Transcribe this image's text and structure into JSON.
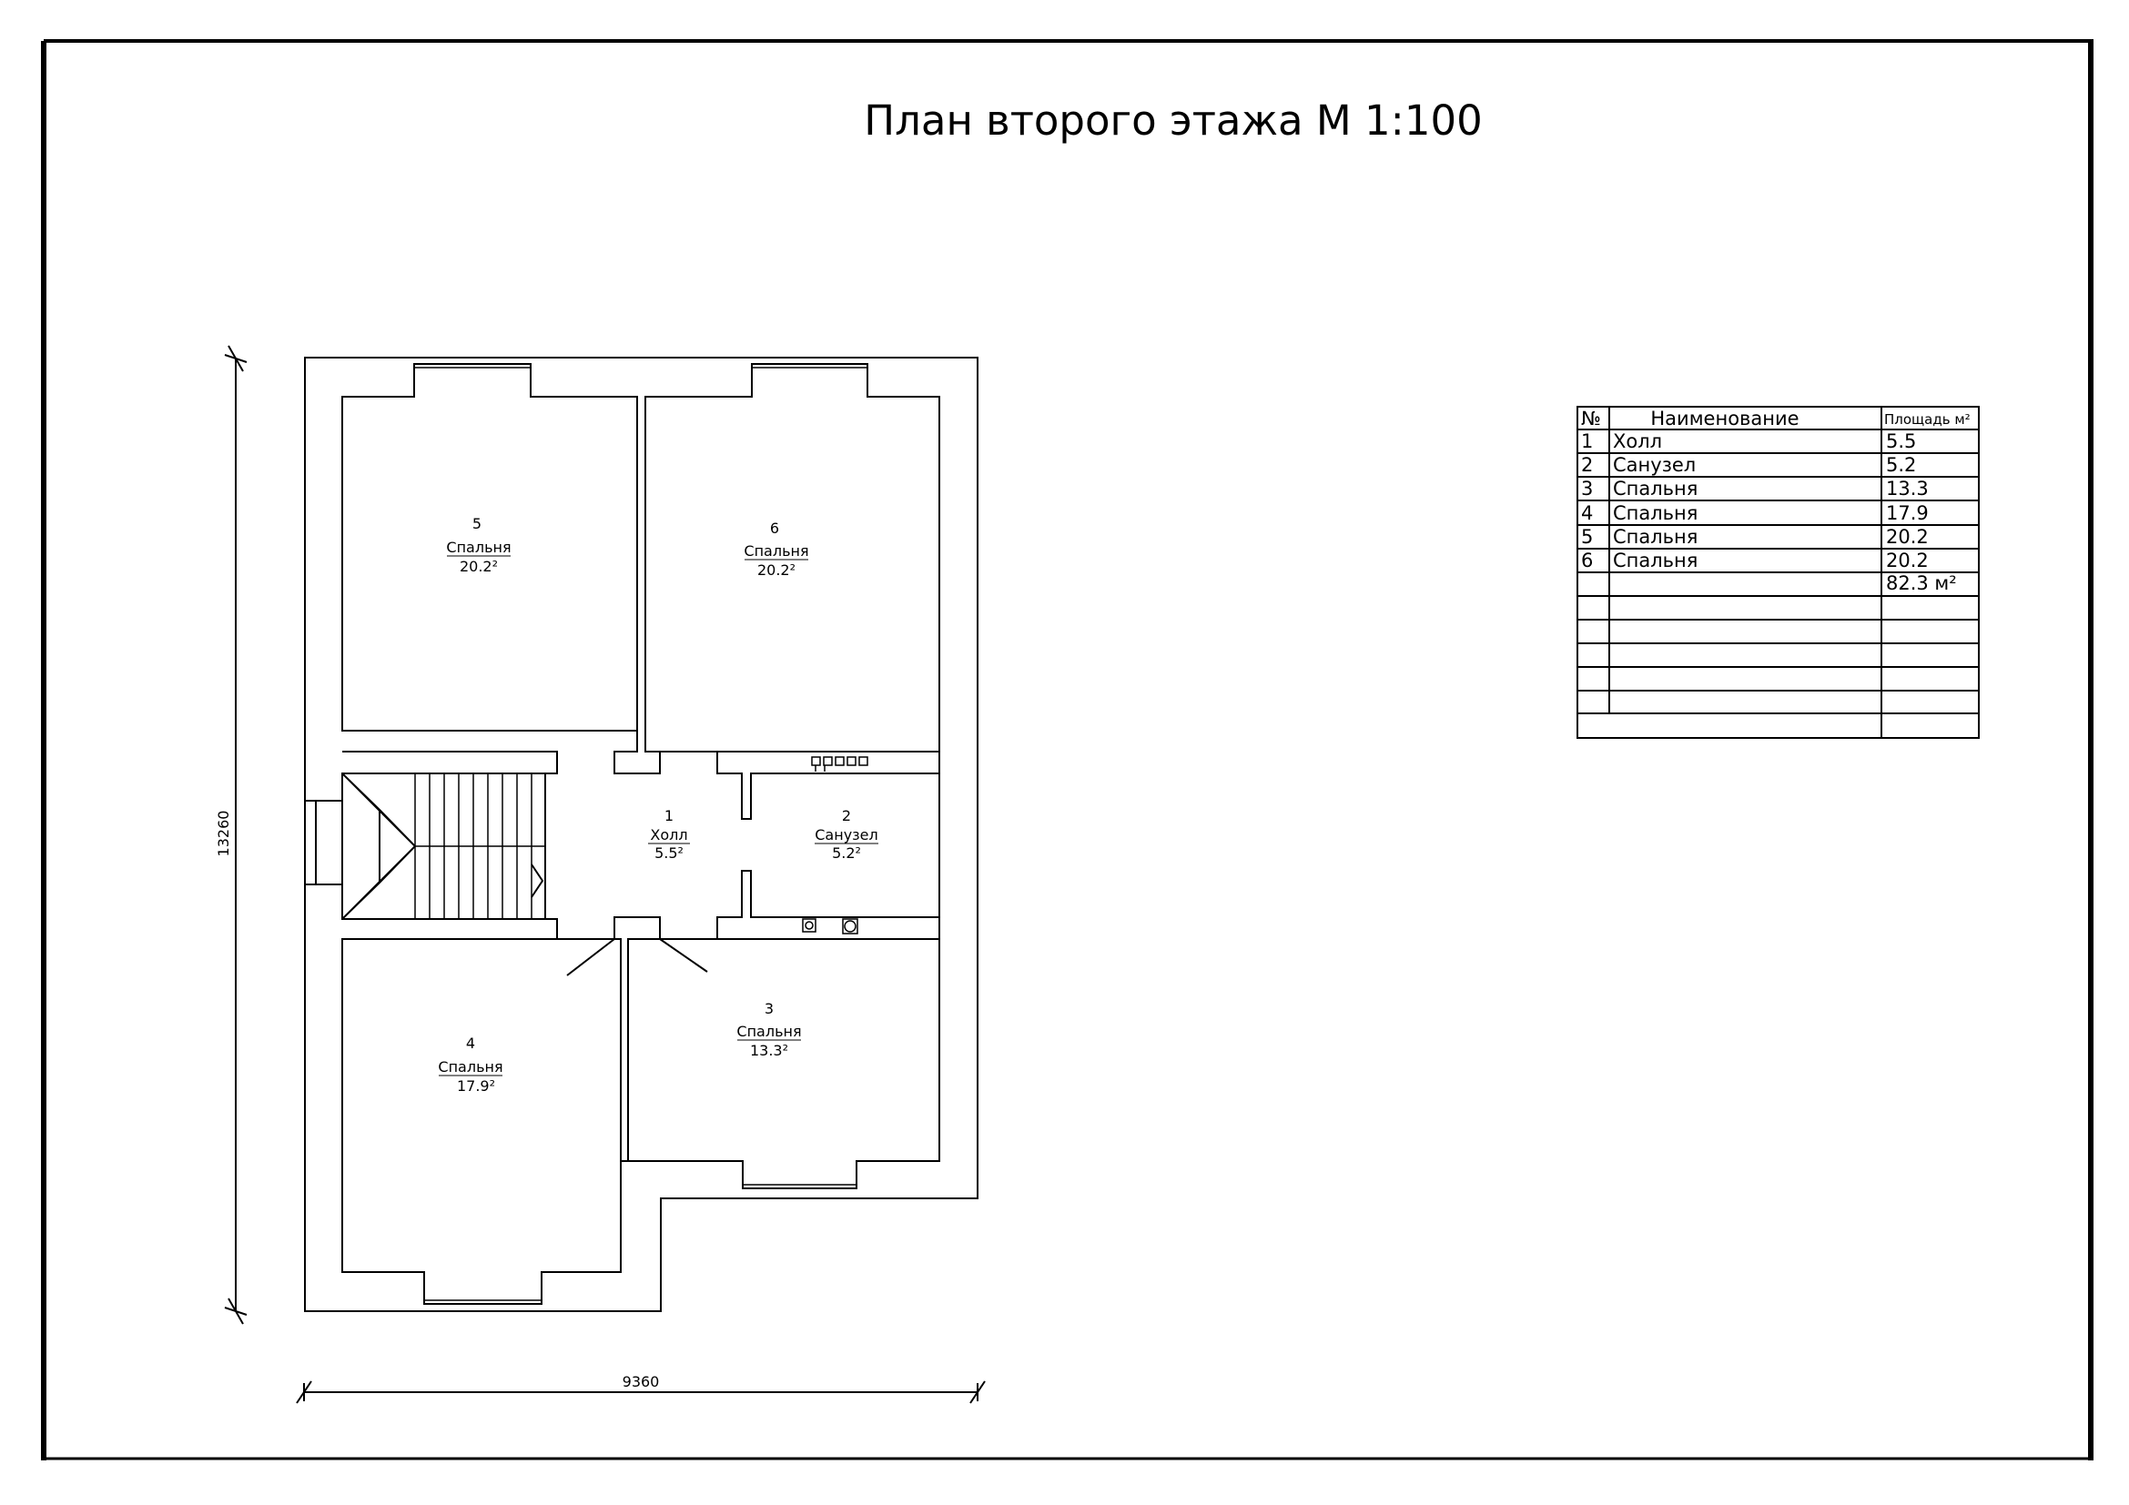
{
  "title": "План второго этажа М 1:100",
  "dimensions": {
    "width_label": "9360",
    "height_label": "13260"
  },
  "rooms": [
    {
      "num": "1",
      "name": "Холл",
      "area": "5.5²"
    },
    {
      "num": "2",
      "name": "Санузел",
      "area": "5.2²"
    },
    {
      "num": "3",
      "name": "Спальня",
      "area": "13.3²"
    },
    {
      "num": "4",
      "name": "Спальня",
      "area": "17.9²"
    },
    {
      "num": "5",
      "name": "Спальня",
      "area": "20.2²"
    },
    {
      "num": "6",
      "name": "Спальня",
      "area": "20.2²"
    }
  ],
  "table": {
    "headers": {
      "num": "№",
      "name": "Наименование",
      "area": "Площадь м²"
    },
    "rows": [
      {
        "num": "1",
        "name": "Холл",
        "area": "5.5"
      },
      {
        "num": "2",
        "name": "Санузел",
        "area": "5.2"
      },
      {
        "num": "3",
        "name": "Спальня",
        "area": "13.3"
      },
      {
        "num": "4",
        "name": "Спальня",
        "area": "17.9"
      },
      {
        "num": "5",
        "name": "Спальня",
        "area": "20.2"
      },
      {
        "num": "6",
        "name": "Спальня",
        "area": "20.2"
      }
    ],
    "total": "82.3 м²"
  }
}
